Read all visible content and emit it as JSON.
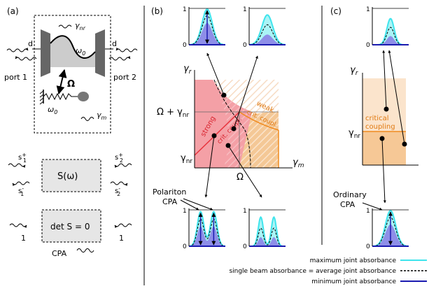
{
  "panels": {
    "a": "(a)",
    "b": "(b)",
    "c": "(c)"
  },
  "panel_a": {
    "d_left": "d",
    "d_right": "d",
    "gamma_nr": "γ",
    "gamma_nr_sub": "nr",
    "omega0_top": "ω",
    "omega0_top_sub": "0",
    "omega0_bottom": "ω",
    "omega0_bottom_sub": "0",
    "coupling": "Ω",
    "gamma_m": "γ",
    "gamma_m_sub": "m",
    "port1": "port 1",
    "port2": "port 2",
    "s1_plus": "s",
    "s1_plus_sup": "+",
    "s1_plus_sub": "1",
    "s1_minus": "s",
    "s1_minus_sup": "-",
    "s1_minus_sub": "1",
    "s2_plus": "s",
    "s2_plus_sup": "+",
    "s2_plus_sub": "2",
    "s2_minus": "s",
    "s2_minus_sup": "-",
    "s2_minus_sub": "2",
    "s_matrix": "S(ω)",
    "det_s": "det S = 0",
    "one_left": "1",
    "one_right": "1",
    "cpa": "CPA"
  },
  "panel_b": {
    "y_axis": "γ",
    "y_axis_sub": "r",
    "x_axis": "γ",
    "x_axis_sub": "m",
    "tick_y_high": "Ω + γ",
    "tick_y_high_sub": "nr",
    "tick_y_low": "γ",
    "tick_y_low_sub": "nr",
    "tick_x": "Ω",
    "strong": "strong",
    "crit_coupl_red": "crit. coupl.",
    "weak": "weak",
    "crit_coupl_orange": "crit. coupl.",
    "polariton_cpa_1": "Polariton",
    "polariton_cpa_2": "CPA"
  },
  "panel_c": {
    "y_axis": "γ",
    "y_axis_sub": "r",
    "tick_y": "γ",
    "tick_y_sub": "nr",
    "critical_1": "critical",
    "critical_2": "coupling",
    "ordinary_1": "Ordinary",
    "ordinary_2": "CPA"
  },
  "inset_ticks": {
    "one": "1",
    "zero": "0"
  },
  "legend": {
    "max": "maximum joint absorbance",
    "single_beam": "single beam absorbance = average joint absorbance",
    "min": "minimum joint absorbance"
  },
  "colors": {
    "cyan_fill": "#aaf4f6",
    "cyan_line": "#3fe4ec",
    "blue_fill": "#8e8ee8",
    "blue_line": "#1a1ab0",
    "red_region": "#f4a0a6",
    "red_line": "#e8323c",
    "orange_region": "#f6c896",
    "orange_line": "#f08a1e",
    "hatch_light": "#fbe6d4"
  }
}
